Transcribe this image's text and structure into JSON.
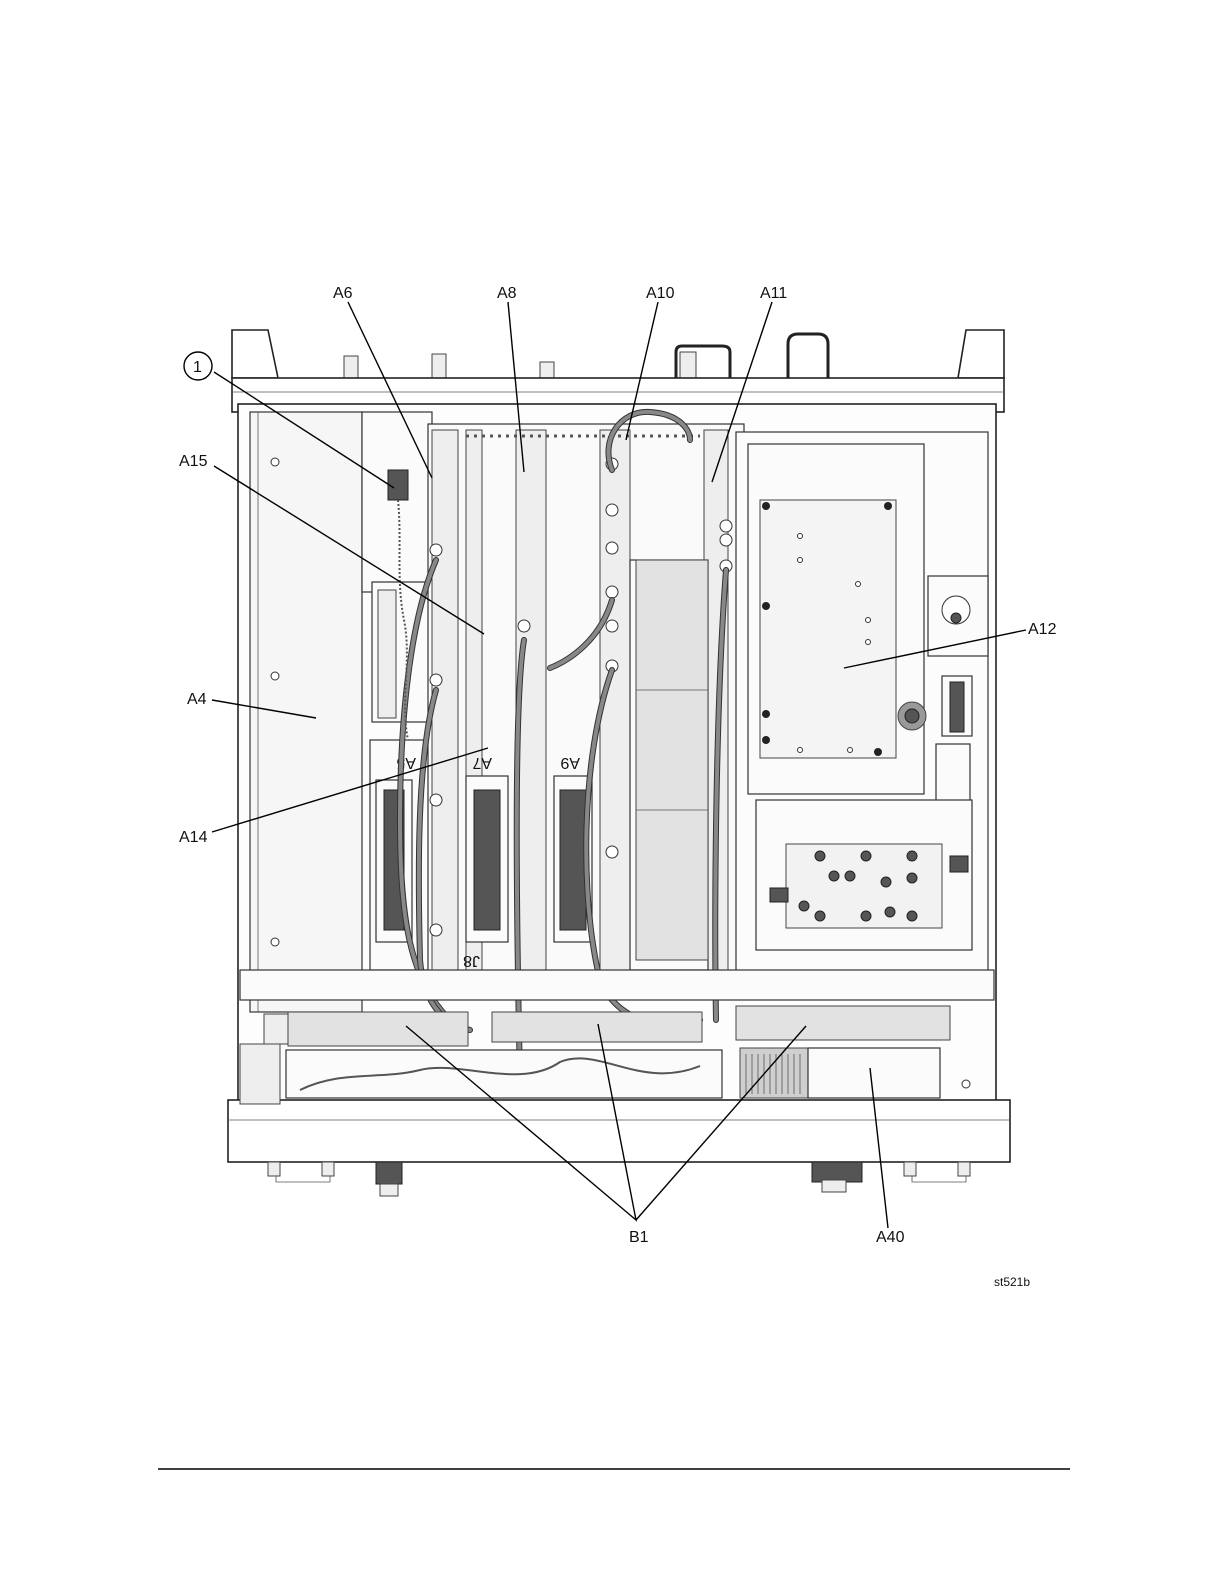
{
  "figure": {
    "callouts": {
      "item1": "1",
      "a6": "A6",
      "a8": "A8",
      "a10": "A10",
      "a11": "A11",
      "a15": "A15",
      "a12": "A12",
      "a4": "A4",
      "a14": "A14",
      "b1": "B1",
      "a40": "A40"
    },
    "board_marks": {
      "a7": "A7",
      "a9": "A9",
      "a5": "A5",
      "j8": "J8"
    },
    "figure_id": "st521b"
  }
}
